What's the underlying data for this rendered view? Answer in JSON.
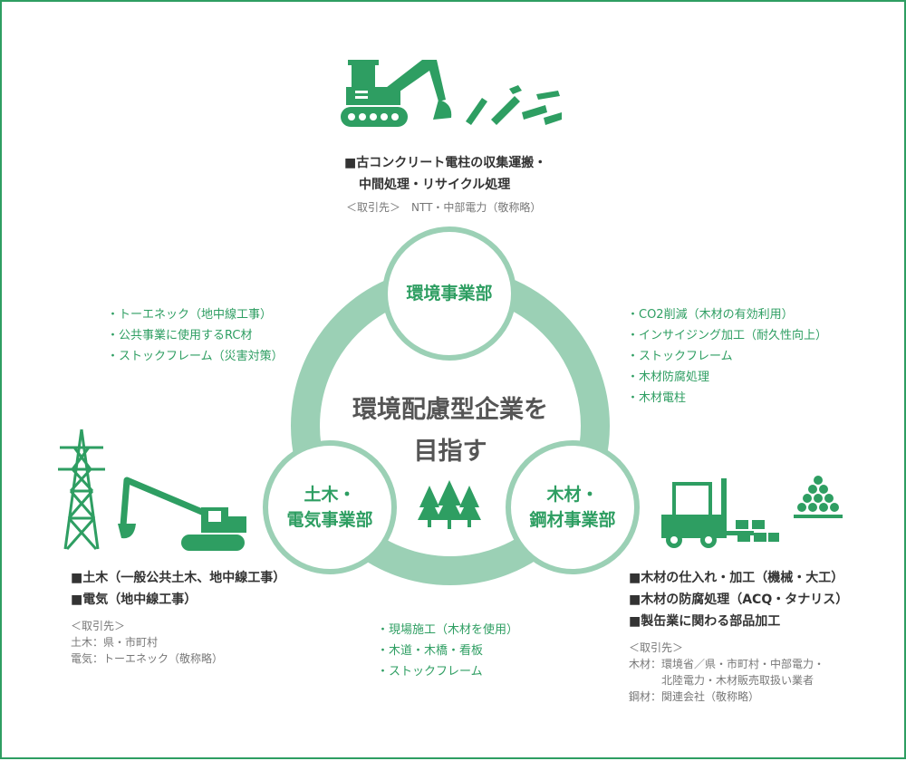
{
  "center": {
    "line1": "環境配慮型企業を",
    "line2": "目指す"
  },
  "nodes": {
    "env": {
      "label": "環境事業部"
    },
    "civil": {
      "line1": "土木・",
      "line2": "電気事業部"
    },
    "wood": {
      "line1": "木材・",
      "line2": "鋼材事業部"
    }
  },
  "env_section": {
    "heading1": "■古コンクリート電柱の収集運搬・",
    "heading2": "中間処理・リサイクル処理",
    "clients": "＜取引先＞　NTT・中部電力（敬称略）"
  },
  "left_connect_list": [
    "・トーエネック（地中線工事）",
    "・公共事業に使用するRC材",
    "・ストックフレーム（災害対策）"
  ],
  "right_connect_list": [
    "・CO2削減（木材の有効利用）",
    "・インサイジング加工（耐久性向上）",
    "・ストックフレーム",
    "・木材防腐処理",
    "・木材電柱"
  ],
  "bottom_connect_list": [
    "・現場施工（木材を使用）",
    "・木道・木橋・看板",
    "・ストックフレーム"
  ],
  "civil_section": {
    "headings": [
      "■土木（一般公共土木、地中線工事）",
      "■電気（地中線工事）"
    ],
    "clients_label": "＜取引先＞",
    "clients": [
      "土木：県・市町村",
      "電気：トーエネック（敬称略）"
    ]
  },
  "wood_section": {
    "headings": [
      "■木材の仕入れ・加工（機械・大工）",
      "■木材の防腐処理（ACQ・タナリス）",
      "■製缶業に関わる部品加工"
    ],
    "clients_label": "＜取引先＞",
    "clients": [
      "木材：環境省／県・市町村・中部電力・",
      "　　　北陸電力・木材販売取扱い業者",
      "鋼材：関連会社（敬称略）"
    ]
  },
  "colors": {
    "green": "#2e9e62",
    "ring": "#9bd0b5",
    "text": "#333333",
    "gray": "#777777"
  },
  "icons": [
    "excavator-icon",
    "rubble-icon",
    "trees-icon",
    "power-tower-icon",
    "excavator-large-icon",
    "forklift-icon",
    "log-pile-icon"
  ]
}
